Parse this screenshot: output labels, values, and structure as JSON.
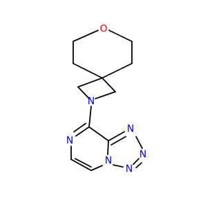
{
  "molecule": {
    "colors": {
      "bond": "#000000",
      "nitrogen": "#0000ff",
      "oxygen": "#ff0000",
      "background": "#ffffff"
    },
    "atoms": {
      "o1": {
        "symbol": "O",
        "color": "#ff0000"
      },
      "n_azetidine": {
        "symbol": "N",
        "color": "#0000ff"
      },
      "n_pyrazine_left": {
        "symbol": "N",
        "color": "#0000ff"
      },
      "n_tetrazole_1": {
        "symbol": "N",
        "color": "#0000ff"
      },
      "n_tetrazole_2": {
        "symbol": "N",
        "color": "#0000ff"
      },
      "n_tetrazole_3": {
        "symbol": "N",
        "color": "#0000ff"
      },
      "n_bridgehead": {
        "symbol": "N",
        "color": "#0000ff"
      }
    }
  }
}
